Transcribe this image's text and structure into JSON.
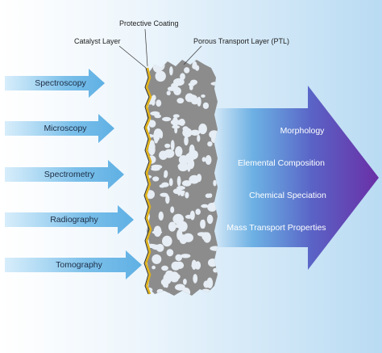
{
  "labels": {
    "protective_coating": "Protective Coating",
    "catalyst_layer": "Catalyst Layer",
    "ptl": "Porous Transport Layer (PTL)"
  },
  "techniques": [
    "Spectroscopy",
    "Microscopy",
    "Spectrometry",
    "Radiography",
    "Tomography"
  ],
  "properties": [
    "Morphology",
    "Elemental Composition",
    "Chemical Speciation",
    "Mass Transport Properties"
  ],
  "colors": {
    "technique_arrow": "#7cc0ea",
    "big_arrow_left": "#5aa6e0",
    "big_arrow_right": "#6a2fa6",
    "ptl_gray": "#8c8c8c",
    "catalyst_gold": "#e0b21a"
  }
}
